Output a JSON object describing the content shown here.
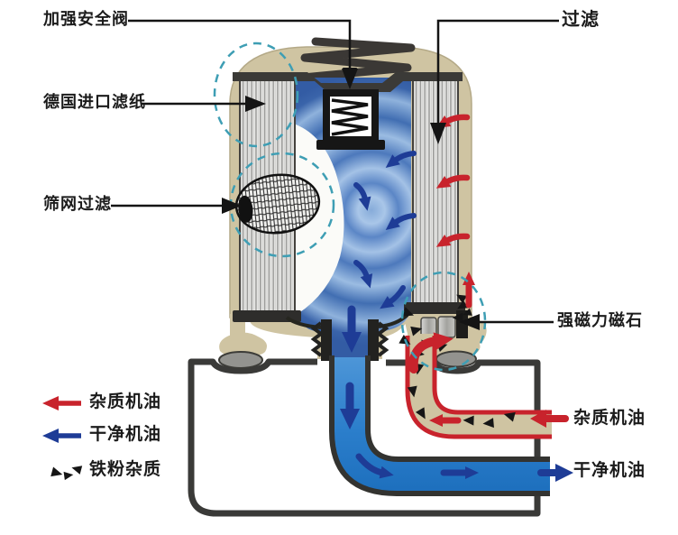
{
  "labels": {
    "safety_valve": "加强安全阀",
    "filtration": "过滤",
    "german_filter_paper": "德国进口滤纸",
    "mesh_screen": "筛网过滤",
    "magnet": "强磁力磁石",
    "dirty_oil_in": "杂质机油",
    "clean_oil_out": "干净机油"
  },
  "legend": {
    "items": [
      {
        "symbol": "red-arrow-left",
        "label": "杂质机油"
      },
      {
        "symbol": "blue-arrow-left",
        "label": "干净机油"
      },
      {
        "symbol": "iron-particles",
        "label": "铁粉杂质"
      }
    ]
  },
  "colors": {
    "dirty_oil_arrow": "#c8232c",
    "clean_oil_arrow": "#1e3c96",
    "iron_particles": "#161616",
    "canister_body": "#cfc4a2",
    "highlight_dashed": "#3e9eb4",
    "oil_pipe_blue": "#2383cf"
  }
}
